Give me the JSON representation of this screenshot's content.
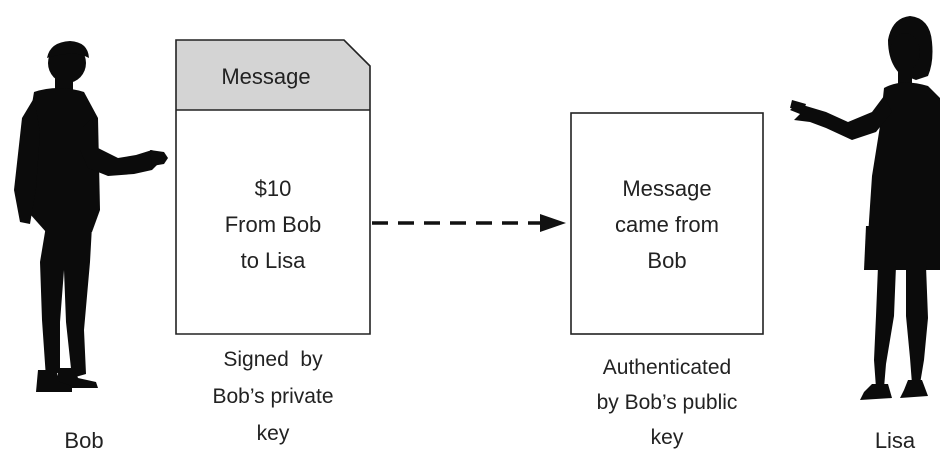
{
  "diagram": {
    "message_card": {
      "header": "Message",
      "body_lines": [
        "$10",
        "From Bob",
        "to Lisa"
      ],
      "caption_lines": [
        "Signed  by",
        "Bob’s private",
        "key"
      ]
    },
    "result_box": {
      "body_lines": [
        "Message",
        "came from",
        "Bob"
      ],
      "caption_lines": [
        "Authenticated",
        "by Bob’s public",
        "key"
      ]
    },
    "sender": {
      "name": "Bob"
    },
    "receiver": {
      "name": "Lisa"
    },
    "colors": {
      "card_header": "#d4d4d4",
      "card_body": "#ffffff",
      "outline": "#222222",
      "silhouette": "#0b0b0b",
      "arrow": "#111111"
    }
  }
}
